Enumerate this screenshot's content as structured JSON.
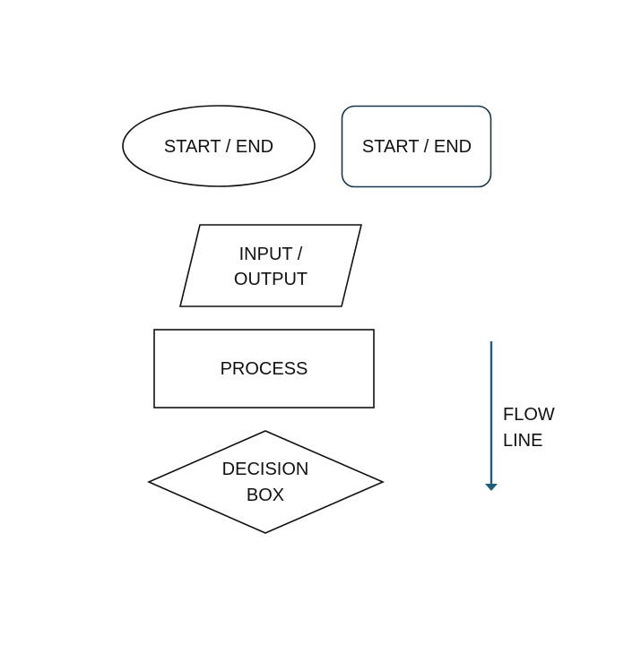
{
  "diagram": {
    "colors": {
      "stroke": "#111111",
      "rounded_box_stroke": "#16384a",
      "flow_line": "#1d5f7a",
      "background": "#ffffff"
    },
    "shapes": {
      "terminal_oval": {
        "line1": "START / END"
      },
      "terminal_rounded": {
        "line1": "START / END"
      },
      "input_output": {
        "line1": "INPUT /",
        "line2": "OUTPUT"
      },
      "process": {
        "line1": "PROCESS"
      },
      "decision": {
        "line1": "DECISION",
        "line2": "BOX"
      }
    },
    "flow_line": {
      "line1": "FLOW",
      "line2": "LINE"
    }
  }
}
